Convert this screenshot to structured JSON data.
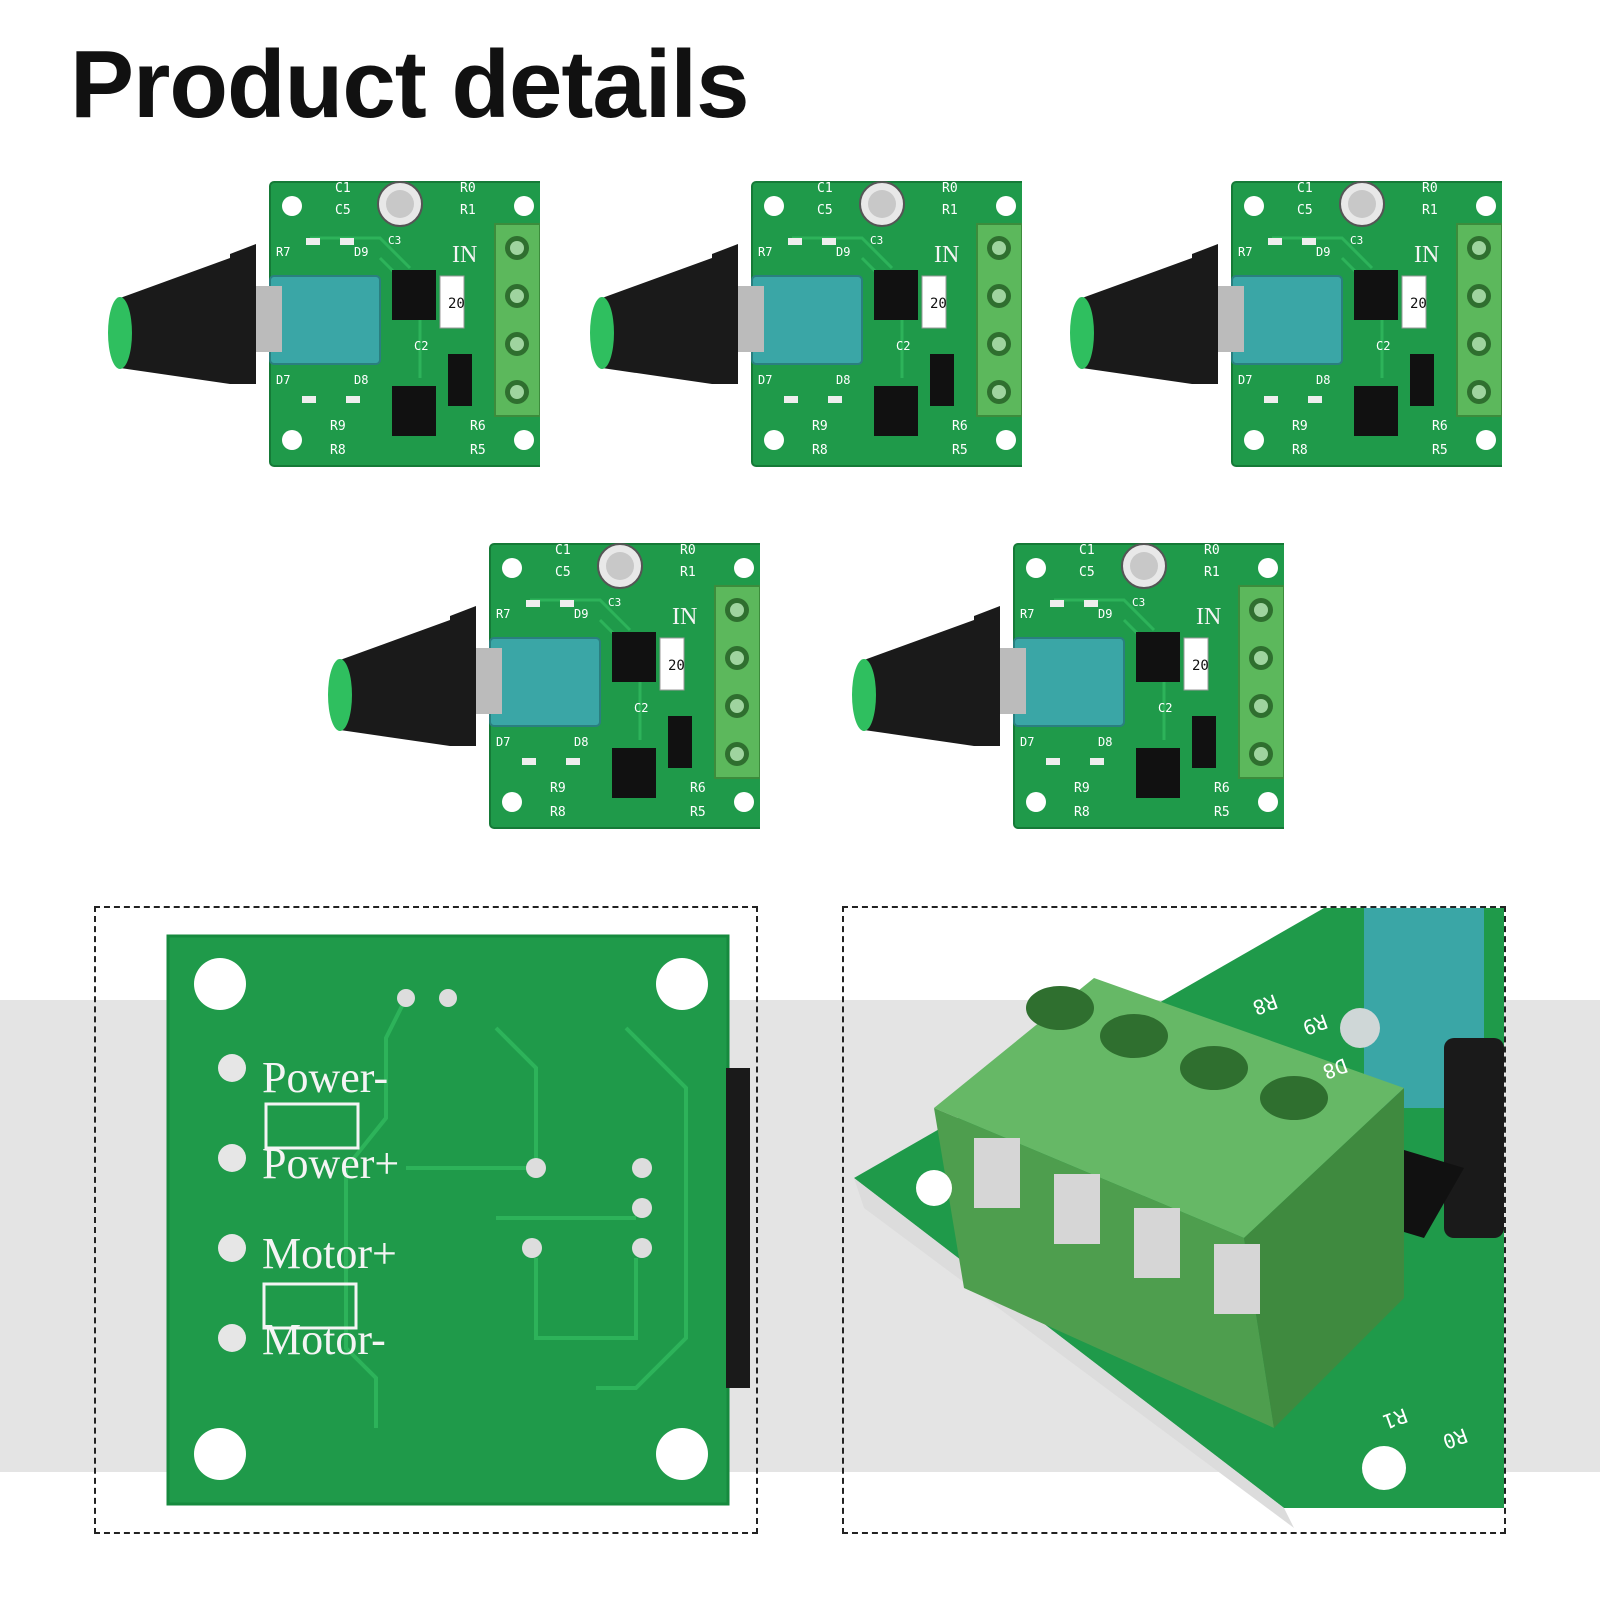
{
  "header": {
    "title": "Product details"
  },
  "board_labels": {
    "c1": "C1",
    "c5": "C5",
    "c3": "C3",
    "c2": "C2",
    "r0": "R0",
    "r1": "R1",
    "r5": "R5",
    "r6": "R6",
    "r7": "R7",
    "r8": "R8",
    "r9": "R9",
    "d7": "D7",
    "d8": "D8",
    "d9": "D9",
    "in": "IN",
    "chip": "20"
  },
  "back_view": {
    "labels": [
      "Power-",
      "Power+",
      "Motor+",
      "Motor-"
    ]
  },
  "colors": {
    "pcb_green": "#1f9a4a",
    "terminal_green": "#5cb85c",
    "knob_black": "#1a1a1a",
    "pot_teal": "#3aa6a6",
    "band_grey": "#e4e4e4"
  }
}
